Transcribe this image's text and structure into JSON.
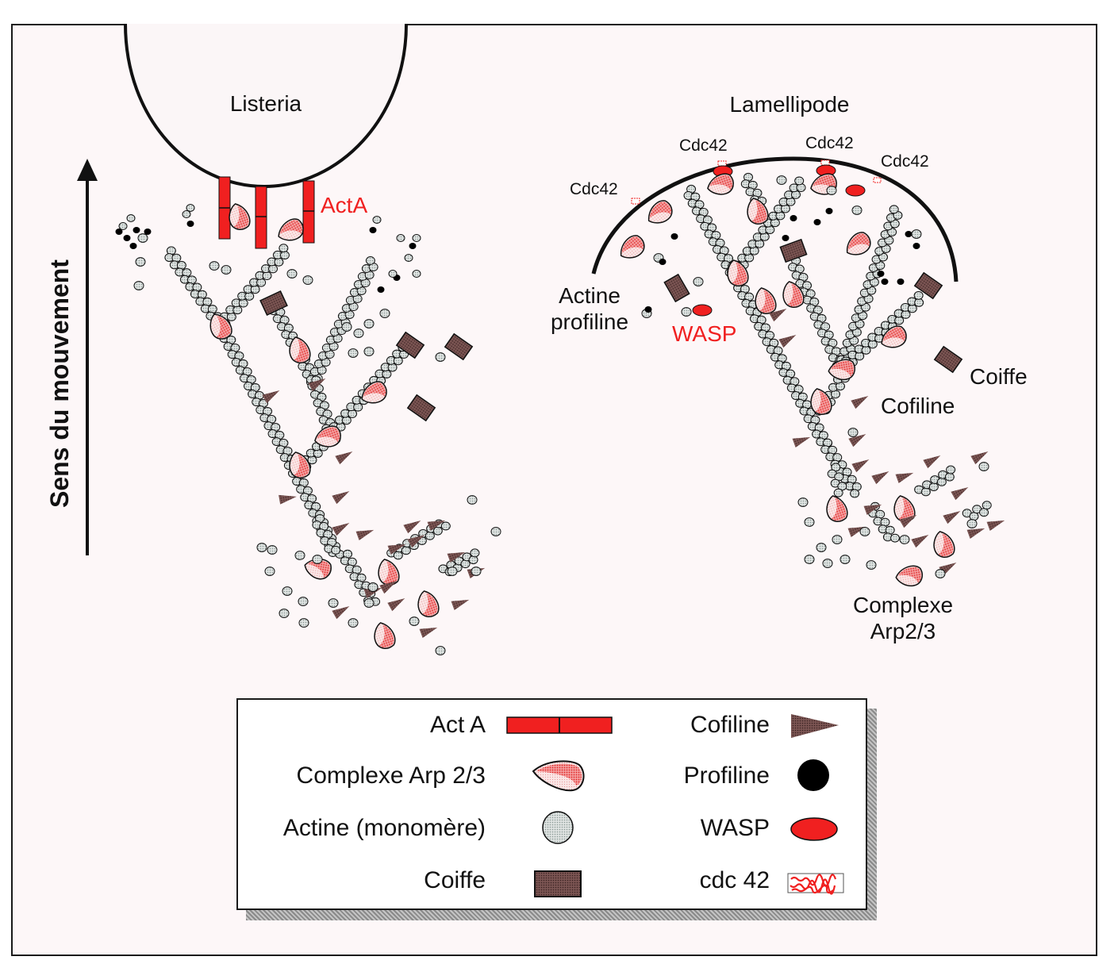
{
  "figure": {
    "axis_label": "Sens du mouvement",
    "left_panel": {
      "title": "Listeria",
      "acta_label": "ActA"
    },
    "right_panel": {
      "title": "Lamellipode",
      "cdc42_labels": [
        "Cdc42",
        "Cdc42",
        "Cdc42",
        "Cdc42"
      ],
      "actine_profiline_label": [
        "Actine",
        "profiline"
      ],
      "wasp_label": "WASP",
      "coiffe_label": "Coiffe",
      "cofiline_label": "Cofiline",
      "arp_label": [
        "Complexe",
        "Arp2/3"
      ]
    }
  },
  "legend": {
    "items": [
      {
        "label": "Act A",
        "icon": "acta-bar-icon"
      },
      {
        "label": "Complexe Arp 2/3",
        "icon": "arp23-complex-icon"
      },
      {
        "label": "Actine (monomère)",
        "icon": "actin-monomer-icon"
      },
      {
        "label": "Coiffe",
        "icon": "capping-protein-icon"
      },
      {
        "label": "Cofiline",
        "icon": "cofilin-triangle-icon"
      },
      {
        "label": "Profiline",
        "icon": "profilin-dot-icon"
      },
      {
        "label": "WASP",
        "icon": "wasp-ellipse-icon"
      },
      {
        "label": "cdc 42",
        "icon": "cdc42-pattern-icon"
      }
    ]
  },
  "colors": {
    "red": "#f02020",
    "actin_fill": "#cfd4d2",
    "coiffe": "#6e4a48",
    "cofiline": "#7a4b4b",
    "profiline": "#000000",
    "outline": "#111111"
  }
}
